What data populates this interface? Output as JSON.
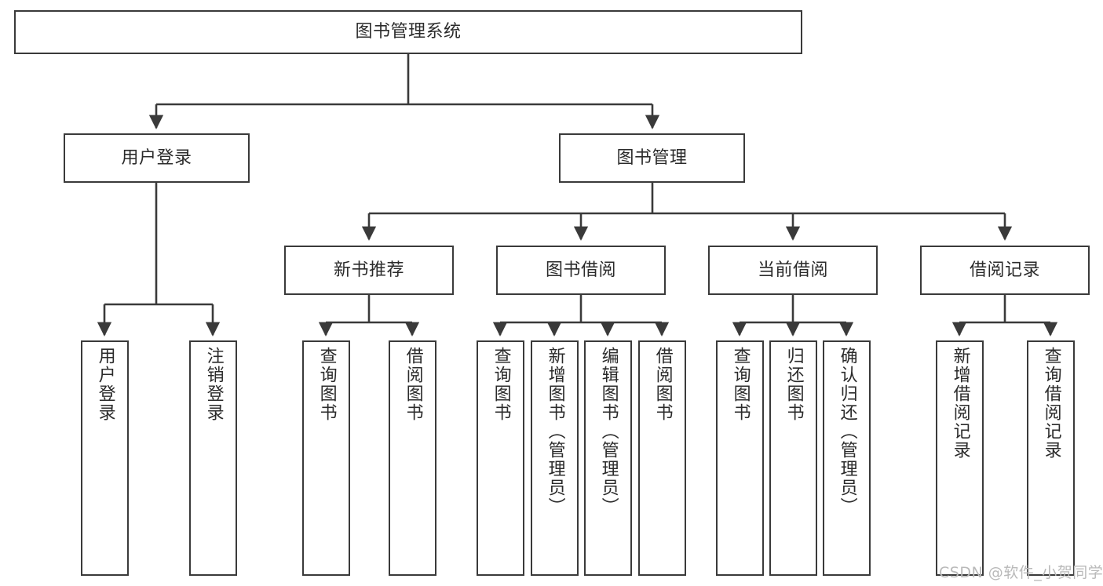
{
  "diagram": {
    "type": "tree",
    "title": "图书管理系统",
    "theme": {
      "background": "#ffffff",
      "box_border": "#3a3a3a",
      "text": "#2b2b2b",
      "connector": "#3a3a3a",
      "watermark": "#b9b9b9"
    },
    "root": {
      "label": "图书管理系统"
    },
    "level2": [
      {
        "label": "用户登录"
      },
      {
        "label": "图书管理"
      }
    ],
    "level3": [
      {
        "label": "新书推荐"
      },
      {
        "label": "图书借阅"
      },
      {
        "label": "当前借阅"
      },
      {
        "label": "借阅记录"
      }
    ],
    "leaves": {
      "user_login": [
        {
          "label": "用户登录"
        },
        {
          "label": "注销登录"
        }
      ],
      "new_book_recommend": [
        {
          "label": "查询图书"
        },
        {
          "label": "借阅图书"
        }
      ],
      "book_borrow": [
        {
          "label": "查询图书"
        },
        {
          "label": "新增图书（管理员）"
        },
        {
          "label": "编辑图书（管理员）"
        },
        {
          "label": "借阅图书"
        }
      ],
      "current_borrow": [
        {
          "label": "查询图书"
        },
        {
          "label": "归还图书"
        },
        {
          "label": "确认归还（管理员）"
        }
      ],
      "borrow_record": [
        {
          "label": "新增借阅记录"
        },
        {
          "label": "查询借阅记录"
        }
      ]
    }
  },
  "watermark": {
    "text": "CSDN @软件_小贺同学"
  }
}
